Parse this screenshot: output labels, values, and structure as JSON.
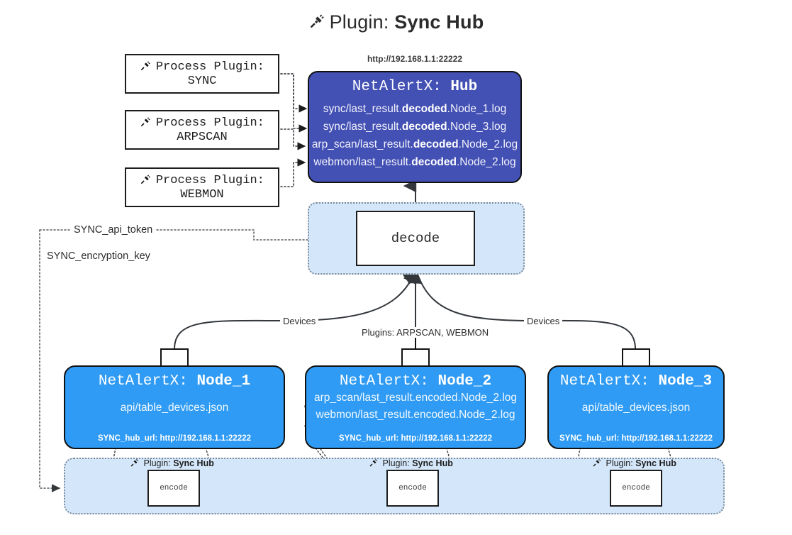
{
  "title": {
    "icon": "plug-icon",
    "prefix": "Plugin:",
    "name": "Sync Hub"
  },
  "process_plugins": [
    {
      "icon": "plug-icon",
      "line1": "Process Plugin:",
      "line2": "SYNC"
    },
    {
      "icon": "plug-icon",
      "line1": "Process Plugin:",
      "line2": "ARPSCAN"
    },
    {
      "icon": "plug-icon",
      "line1": "Process Plugin:",
      "line2": "WEBMON"
    }
  ],
  "hub": {
    "url": "http://192.168.1.1:22222",
    "title_prefix": "NetAlertX:",
    "title_name": "Hub",
    "rows": [
      {
        "pre": "sync/last_result.",
        "strong": "decoded",
        "post": ".Node_1.log"
      },
      {
        "pre": "sync/last_result.",
        "strong": "decoded",
        "post": ".Node_3.log"
      },
      {
        "pre": "arp_scan/last_result.",
        "strong": "decoded",
        "post": ".Node_2.log"
      },
      {
        "pre": "webmon/last_result.",
        "strong": "decoded",
        "post": ".Node_2.log"
      }
    ]
  },
  "decode": {
    "label": "decode"
  },
  "keys": {
    "api_token": "SYNC_api_token",
    "encryption_key": "SYNC_encryption_key"
  },
  "edge_labels": {
    "devices_left": "Devices",
    "devices_right": "Devices",
    "plugins_middle": "Plugins: ARPSCAN, WEBMON"
  },
  "nodes": [
    {
      "title_prefix": "NetAlertX:",
      "title_name": "Node_1",
      "rows": [
        "api/table_devices.json"
      ],
      "footer": "SYNC_hub_url: http://192.168.1.1:22222",
      "envelope": "envelope-icon"
    },
    {
      "title_prefix": "NetAlertX:",
      "title_name": "Node_2",
      "rows": [
        "arp_scan/last_result.encoded.Node_2.log",
        "webmon/last_result.encoded.Node_2.log"
      ],
      "footer": "SYNC_hub_url: http://192.168.1.1:22222",
      "envelope": "envelope-icon"
    },
    {
      "title_prefix": "NetAlertX:",
      "title_name": "Node_3",
      "rows": [
        "api/table_devices.json"
      ],
      "footer": "SYNC_hub_url: http://192.168.1.1:22222",
      "envelope": "envelope-icon"
    }
  ],
  "encoders": [
    {
      "plugin_prefix": "Plugin:",
      "plugin_name": "Sync Hub",
      "box_label": "encode",
      "icon": "plug-icon"
    },
    {
      "plugin_prefix": "Plugin:",
      "plugin_name": "Sync Hub",
      "box_label": "encode",
      "icon": "plug-icon"
    },
    {
      "plugin_prefix": "Plugin:",
      "plugin_name": "Sync Hub",
      "box_label": "encode",
      "icon": "plug-icon"
    }
  ],
  "colors": {
    "hub_blue": "#4350b4",
    "node_blue": "#2f9bf4",
    "container_blue": "#d4e7fa",
    "stroke": "#1c1c1c",
    "dotted_stroke": "#7d8a97",
    "background": "#ffffff"
  }
}
